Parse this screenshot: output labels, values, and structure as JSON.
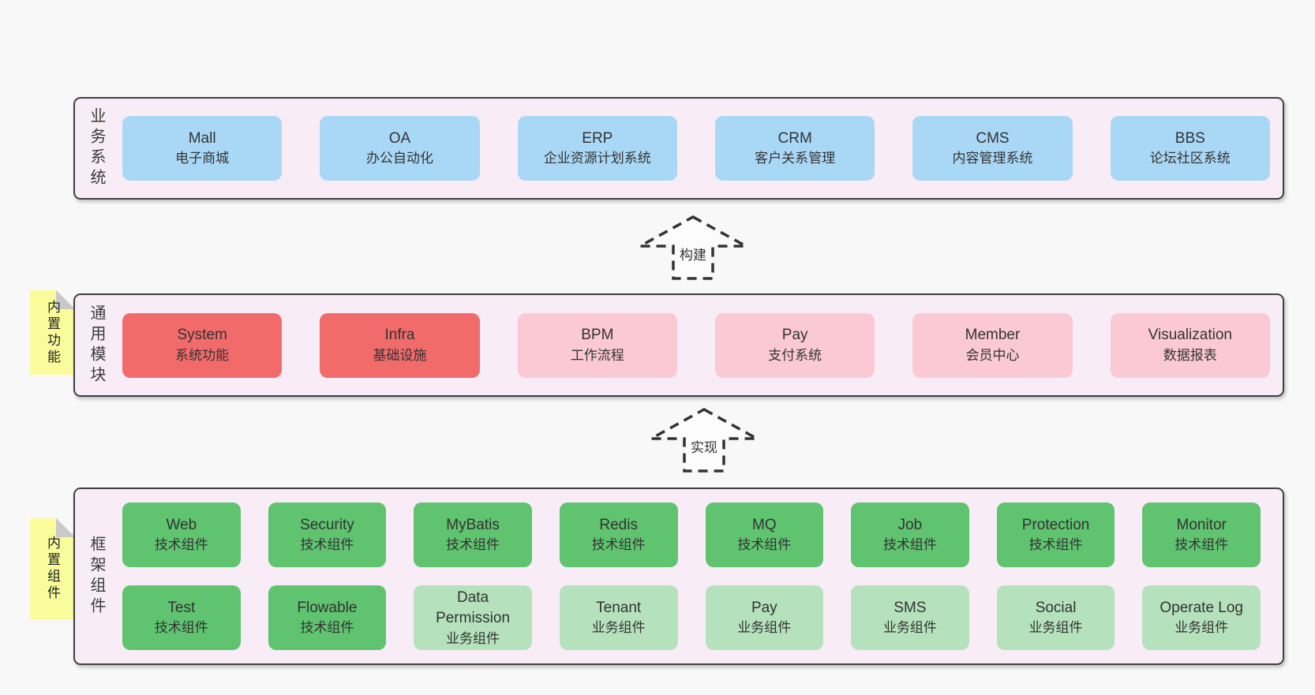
{
  "colors": {
    "page_bg": "#f8f8f8",
    "panel_bg": "#f8edf6",
    "panel_border": "#404040",
    "blue_box": "#a9d8f6",
    "red_box": "#f16b6b",
    "pink_box": "#fbc9d3",
    "green_box": "#5fc370",
    "green_light_box": "#b5e2bd",
    "sticky_yellow": "#fafc9b",
    "sticky_fold_gray": "#c9c9c9",
    "text": "#333333"
  },
  "arrows": [
    {
      "label": "构建"
    },
    {
      "label": "实现"
    }
  ],
  "layers": [
    {
      "label": "业务系统",
      "rows": [
        [
          {
            "name": "Mall",
            "sub": "电子商城",
            "variant": "blue"
          },
          {
            "name": "OA",
            "sub": "办公自动化",
            "variant": "blue"
          },
          {
            "name": "ERP",
            "sub": "企业资源计划系统",
            "variant": "blue"
          },
          {
            "name": "CRM",
            "sub": "客户关系管理",
            "variant": "blue"
          },
          {
            "name": "CMS",
            "sub": "内容管理系统",
            "variant": "blue"
          },
          {
            "name": "BBS",
            "sub": "论坛社区系统",
            "variant": "blue"
          }
        ]
      ]
    },
    {
      "label": "通用模块",
      "sticky": "内置功能",
      "rows": [
        [
          {
            "name": "System",
            "sub": "系统功能",
            "variant": "red"
          },
          {
            "name": "Infra",
            "sub": "基础设施",
            "variant": "red"
          },
          {
            "name": "BPM",
            "sub": "工作流程",
            "variant": "pink"
          },
          {
            "name": "Pay",
            "sub": "支付系统",
            "variant": "pink"
          },
          {
            "name": "Member",
            "sub": "会员中心",
            "variant": "pink"
          },
          {
            "name": "Visualization",
            "sub": "数据报表",
            "variant": "pink"
          }
        ]
      ]
    },
    {
      "label": "框架组件",
      "sticky": "内置组件",
      "rows": [
        [
          {
            "name": "Web",
            "sub": "技术组件",
            "variant": "green"
          },
          {
            "name": "Security",
            "sub": "技术组件",
            "variant": "green"
          },
          {
            "name": "MyBatis",
            "sub": "技术组件",
            "variant": "green"
          },
          {
            "name": "Redis",
            "sub": "技术组件",
            "variant": "green"
          },
          {
            "name": "MQ",
            "sub": "技术组件",
            "variant": "green"
          },
          {
            "name": "Job",
            "sub": "技术组件",
            "variant": "green"
          },
          {
            "name": "Protection",
            "sub": "技术组件",
            "variant": "green"
          },
          {
            "name": "Monitor",
            "sub": "技术组件",
            "variant": "green"
          }
        ],
        [
          {
            "name": "Test",
            "sub": "技术组件",
            "variant": "green"
          },
          {
            "name": "Flowable",
            "sub": "技术组件",
            "variant": "green"
          },
          {
            "name": "Data Permission",
            "sub": "业务组件",
            "variant": "green-light"
          },
          {
            "name": "Tenant",
            "sub": "业务组件",
            "variant": "green-light"
          },
          {
            "name": "Pay",
            "sub": "业务组件",
            "variant": "green-light"
          },
          {
            "name": "SMS",
            "sub": "业务组件",
            "variant": "green-light"
          },
          {
            "name": "Social",
            "sub": "业务组件",
            "variant": "green-light"
          },
          {
            "name": "Operate Log",
            "sub": "业务组件",
            "variant": "green-light"
          }
        ]
      ]
    }
  ]
}
